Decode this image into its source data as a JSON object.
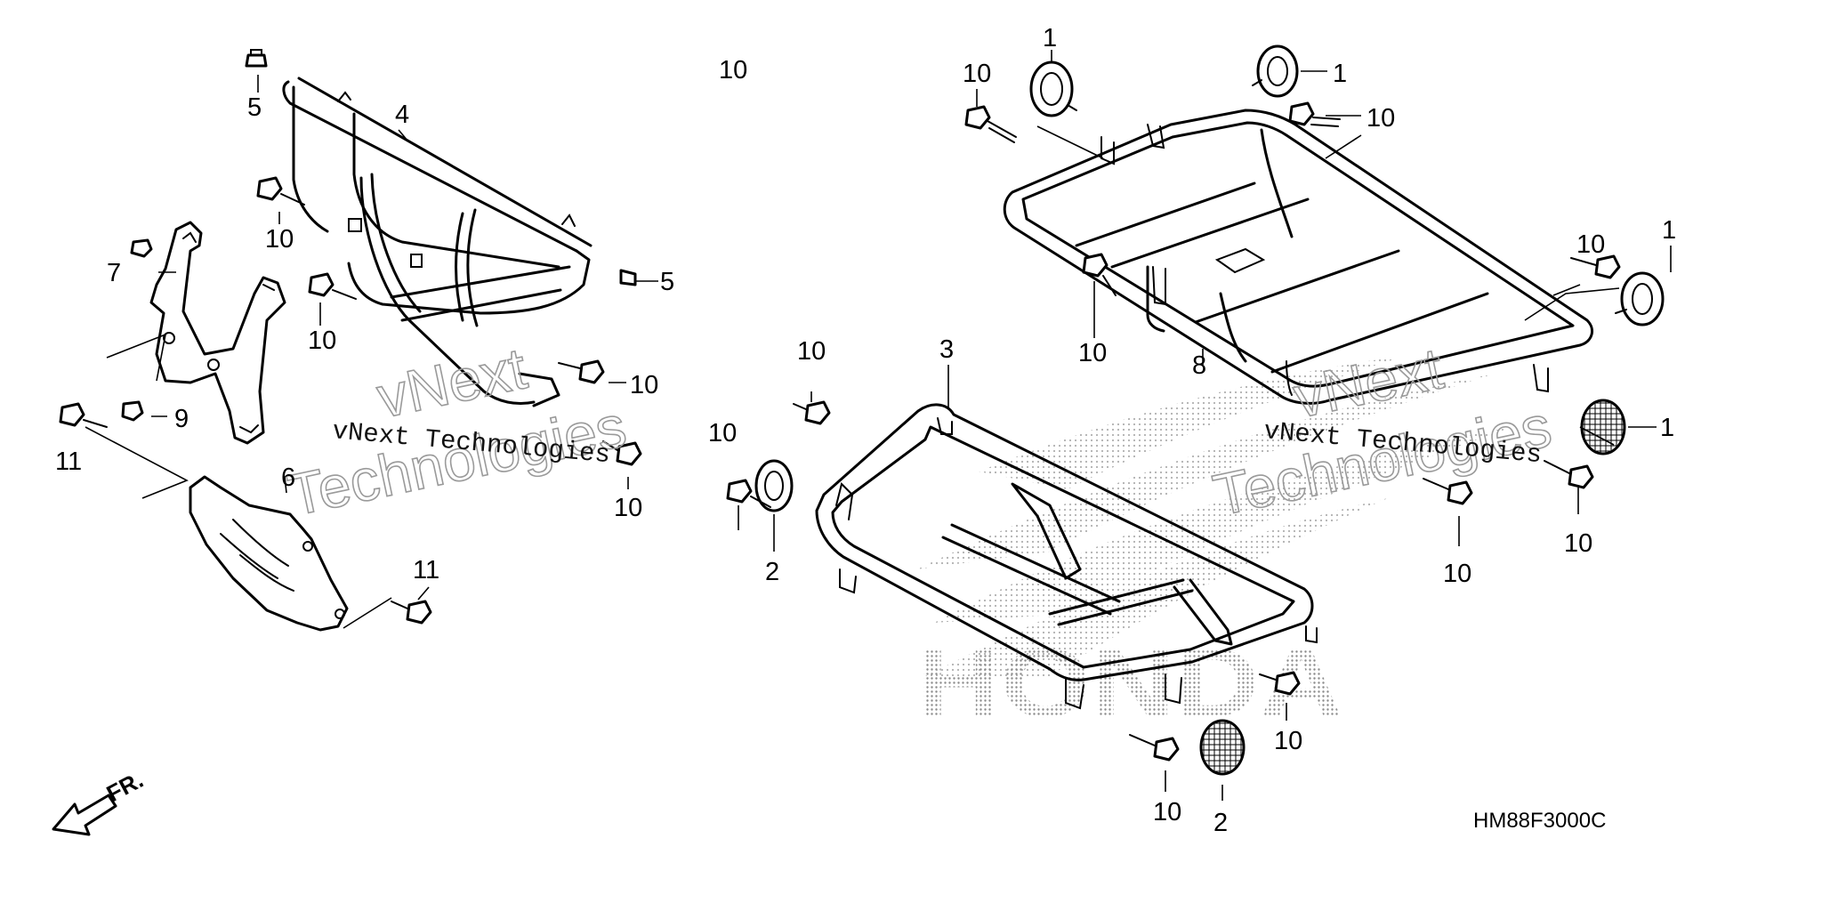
{
  "diagram": {
    "drawing_code": "HM88F3000C",
    "direction_label": "FR.",
    "watermark": {
      "line1": "vNext Technologies",
      "big_word1": "vNext",
      "big_word2": "Technologies"
    },
    "logo_text": "HONDA",
    "callouts": [
      {
        "id": "c1a",
        "label": "1"
      },
      {
        "id": "c1b",
        "label": "1"
      },
      {
        "id": "c1c",
        "label": "1"
      },
      {
        "id": "c1d",
        "label": "1"
      },
      {
        "id": "c2a",
        "label": "2"
      },
      {
        "id": "c2b",
        "label": "2"
      },
      {
        "id": "c3",
        "label": "3"
      },
      {
        "id": "c4",
        "label": "4"
      },
      {
        "id": "c5a",
        "label": "5"
      },
      {
        "id": "c5b",
        "label": "5"
      },
      {
        "id": "c6",
        "label": "6"
      },
      {
        "id": "c7",
        "label": "7"
      },
      {
        "id": "c8",
        "label": "8"
      },
      {
        "id": "c9",
        "label": "9"
      },
      {
        "id": "c10a",
        "label": "10"
      },
      {
        "id": "c10b",
        "label": "10"
      },
      {
        "id": "c10c",
        "label": "10"
      },
      {
        "id": "c10d",
        "label": "10"
      },
      {
        "id": "c10e",
        "label": "10"
      },
      {
        "id": "c10f",
        "label": "10"
      },
      {
        "id": "c10g",
        "label": "10"
      },
      {
        "id": "c10h",
        "label": "10"
      },
      {
        "id": "c10i",
        "label": "10"
      },
      {
        "id": "c10j",
        "label": "10"
      },
      {
        "id": "c10k",
        "label": "10"
      },
      {
        "id": "c10l",
        "label": "10"
      },
      {
        "id": "c10m",
        "label": "10"
      },
      {
        "id": "c10n",
        "label": "10"
      },
      {
        "id": "c10o",
        "label": "10"
      },
      {
        "id": "c11a",
        "label": "11"
      },
      {
        "id": "c11b",
        "label": "11"
      }
    ]
  }
}
